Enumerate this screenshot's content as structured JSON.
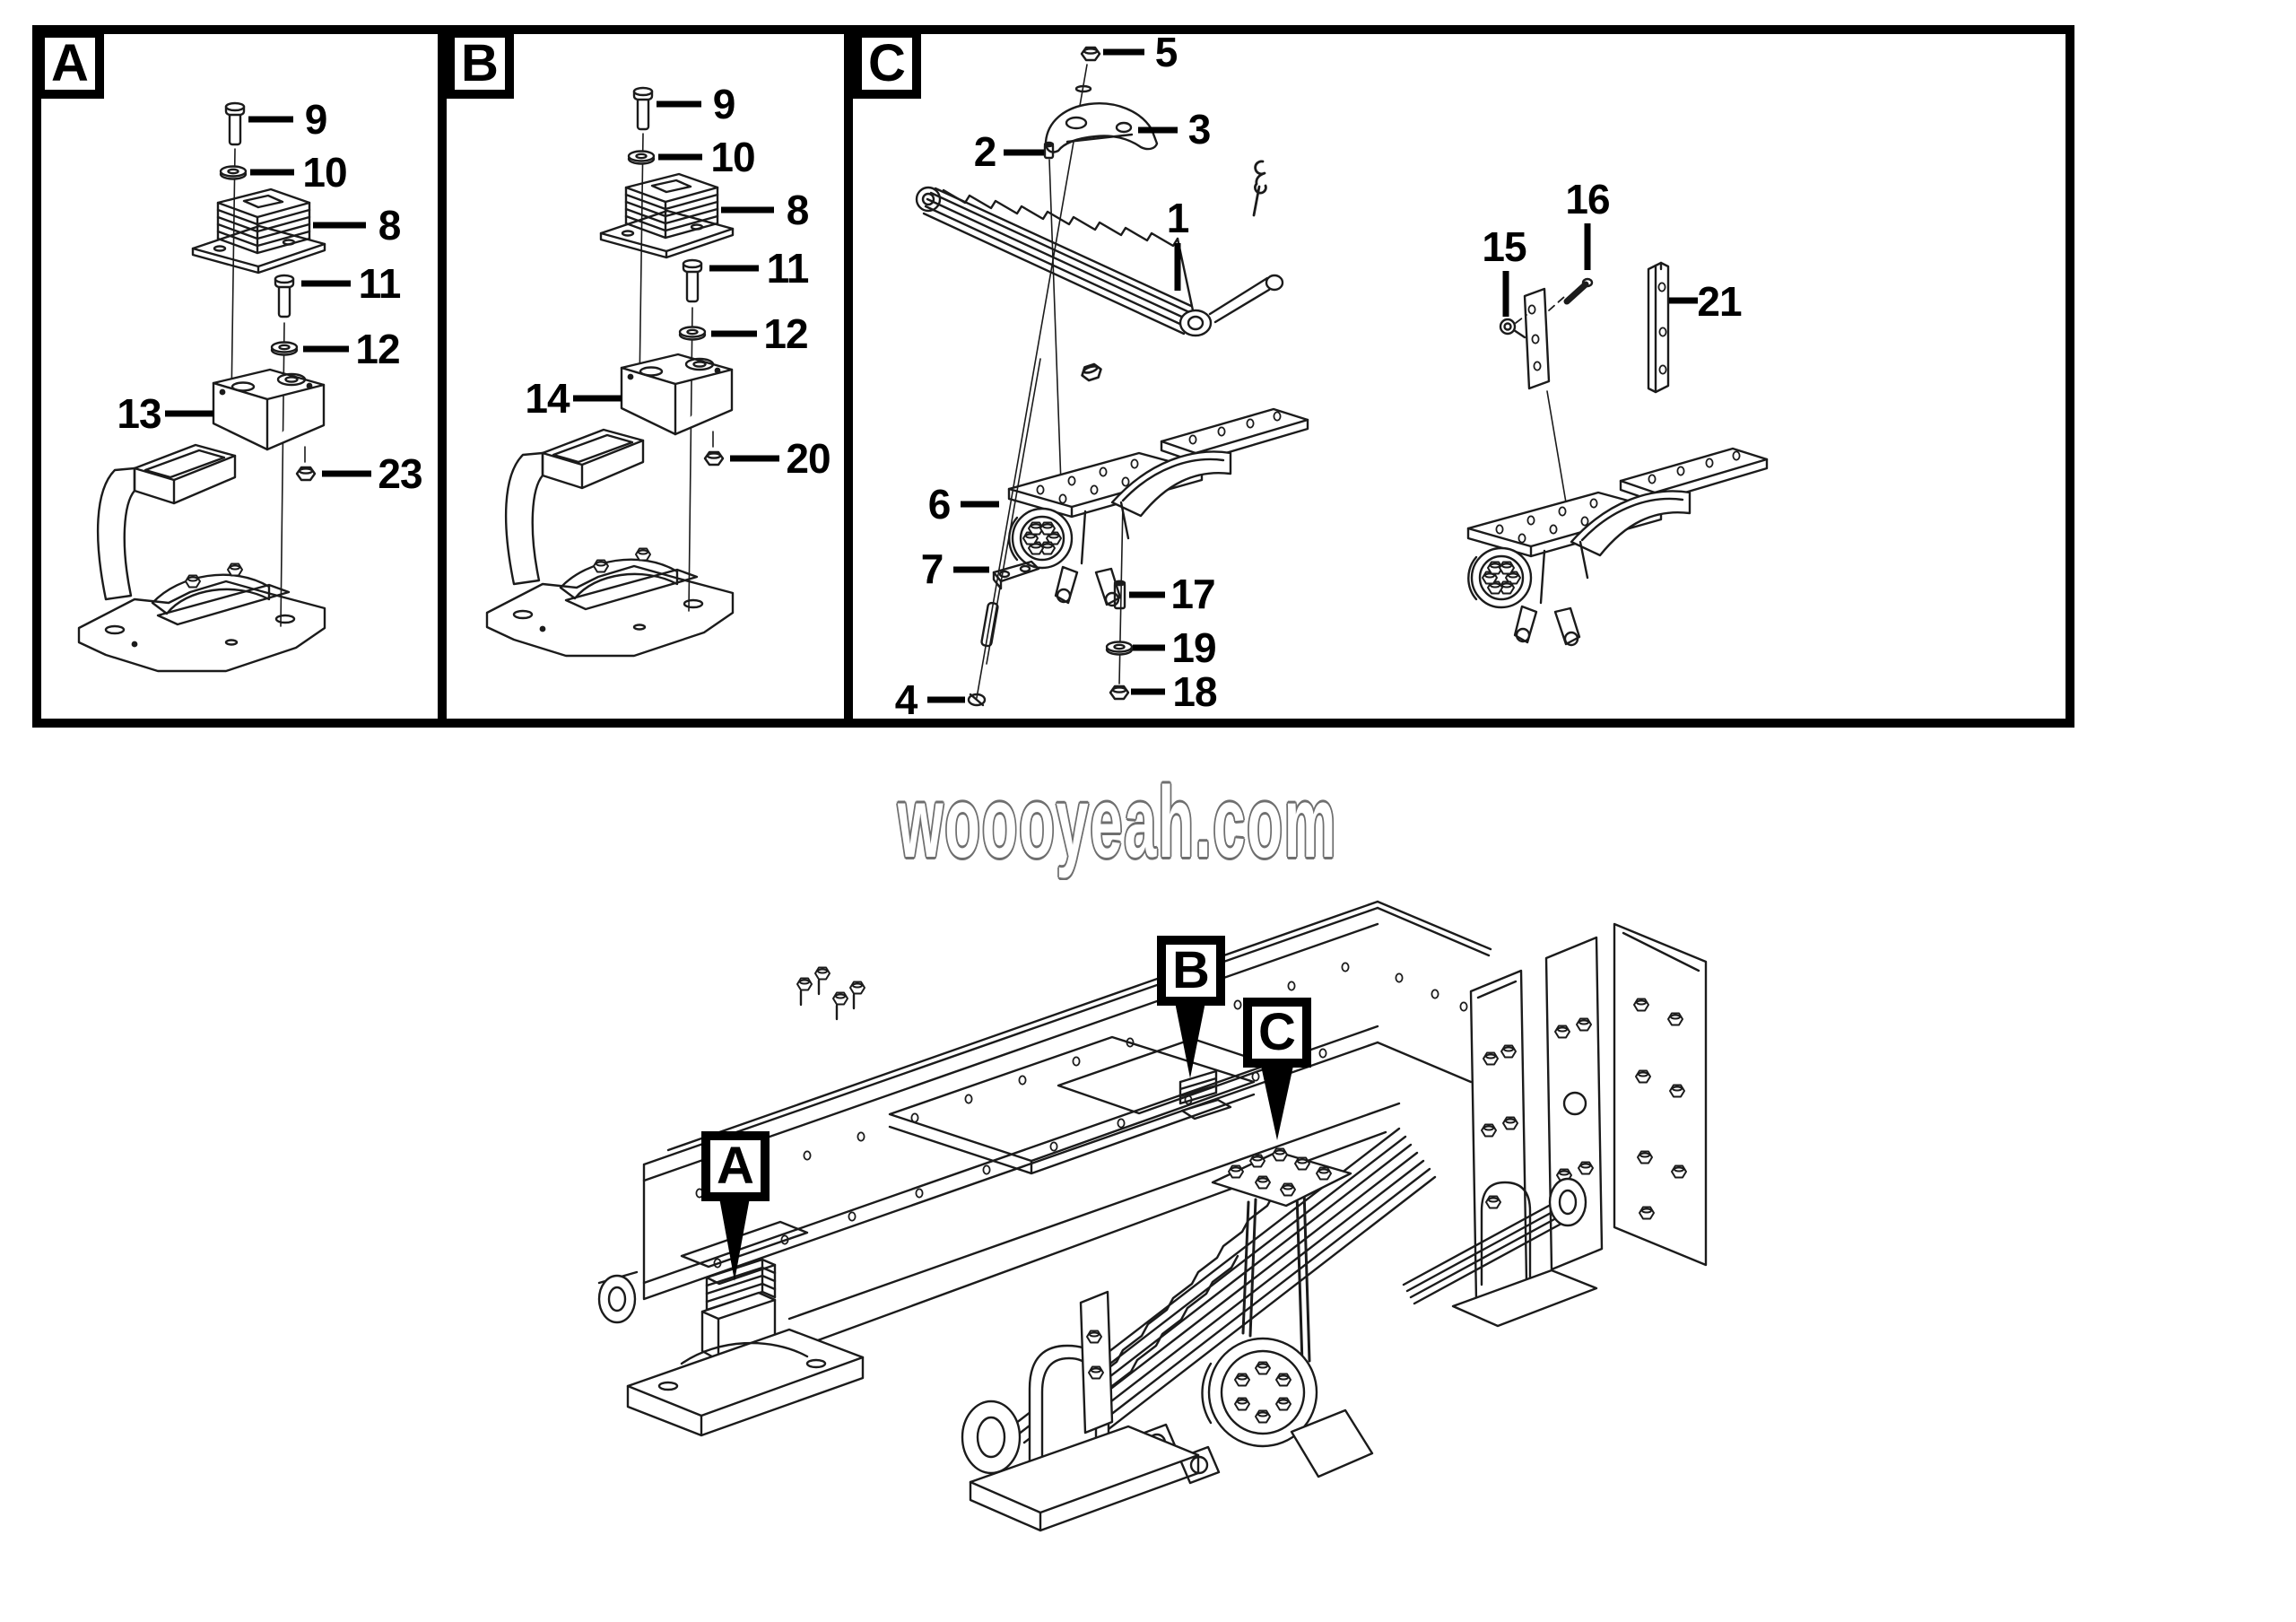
{
  "watermark": "woooyeah.com",
  "colors": {
    "ink": "#1b1b1b",
    "leader": "#000000",
    "watermark_outline": "#6f6f6f",
    "background": "#ffffff"
  },
  "panel_a": {
    "letter": "A",
    "callouts": {
      "c9": "9",
      "c10": "10",
      "c8": "8",
      "c11": "11",
      "c12": "12",
      "c13": "13",
      "c23": "23"
    }
  },
  "panel_b": {
    "letter": "B",
    "callouts": {
      "c9": "9",
      "c10": "10",
      "c8": "8",
      "c11": "11",
      "c12": "12",
      "c14": "14",
      "c20": "20"
    }
  },
  "panel_c": {
    "letter": "C",
    "callouts": {
      "c5": "5",
      "c3": "3",
      "c2": "2",
      "c1": "1",
      "c6": "6",
      "c7": "7",
      "c4": "4",
      "c17": "17",
      "c19": "19",
      "c18": "18",
      "c15": "15",
      "c16": "16",
      "c21": "21"
    }
  },
  "overview": {
    "marker_a": "A",
    "marker_b": "B",
    "marker_c": "C"
  }
}
